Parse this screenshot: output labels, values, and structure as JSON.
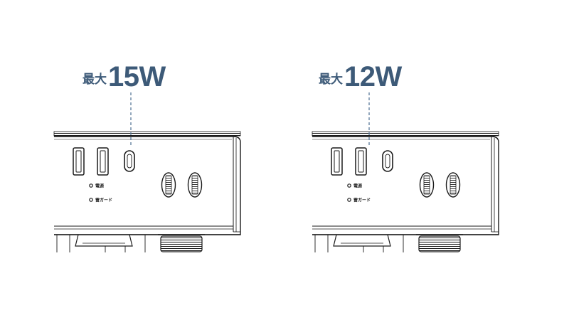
{
  "panels": [
    {
      "prefix": "最大",
      "value": "15W",
      "pointer_target": "usb-c-port"
    },
    {
      "prefix": "最大",
      "value": "12W",
      "pointer_target": "usb-a-port-2"
    }
  ],
  "device_labels": {
    "power": "電源",
    "guard": "雷ガード"
  },
  "colors": {
    "accent": "#3d5a78",
    "line": "#1a1a1a",
    "dashed_pointer": "#5a7a9a"
  }
}
